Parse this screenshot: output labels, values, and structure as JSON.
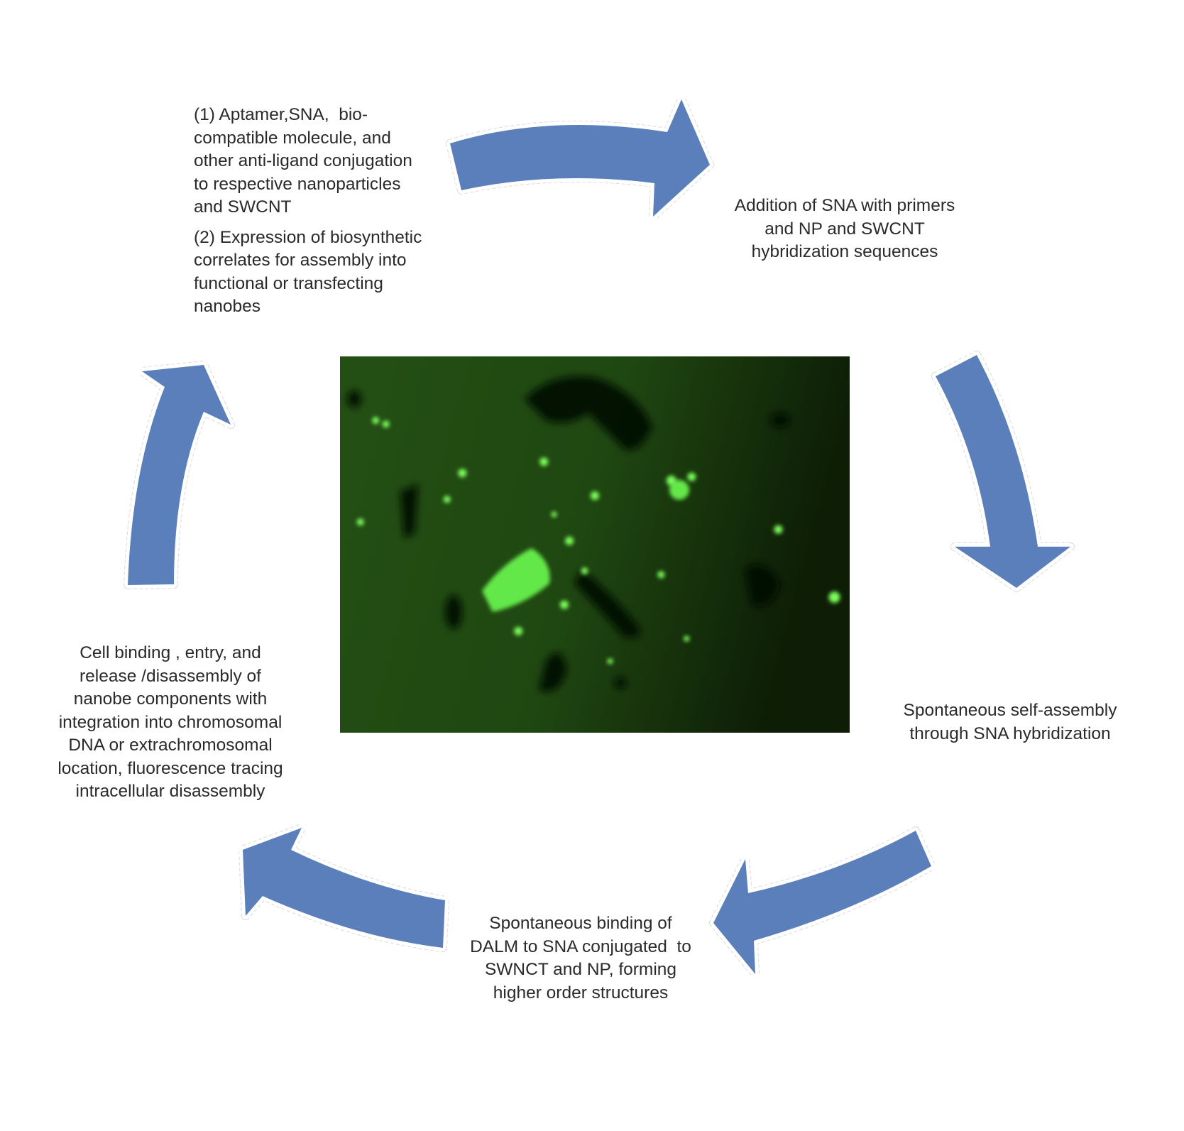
{
  "colors": {
    "arrow_fill": "#5b7fba",
    "arrow_outline": "#bdbdbd",
    "photo_bg": "#1f4a12",
    "photo_glow": "#7cff5a"
  },
  "steps": [
    {
      "id": "conjugation",
      "paragraphs": [
        [
          "(1) Aptamer,SNA,  bio-",
          "compatible molecule, and",
          "other anti-ligand conjugation",
          "to respective nanoparticles",
          "and SWCNT"
        ],
        [
          "(2) Expression of biosynthetic",
          "correlates for assembly into",
          "functional or transfecting",
          "nanobes"
        ]
      ]
    },
    {
      "id": "addition",
      "paragraphs": [
        [
          "Addition of SNA with primers",
          "and NP and SWCNT",
          "hybridization sequences"
        ]
      ]
    },
    {
      "id": "self-assembly",
      "paragraphs": [
        [
          "Spontaneous self-assembly",
          "through SNA hybridization"
        ]
      ]
    },
    {
      "id": "dalm-binding",
      "paragraphs": [
        [
          "Spontaneous binding of",
          "DALM to SNA conjugated  to",
          "SWNCT and NP, forming",
          "higher order structures"
        ]
      ]
    },
    {
      "id": "cell-binding",
      "paragraphs": [
        [
          "Cell binding , entry, and",
          "release /disassembly of",
          "nanobe components with",
          "integration into chromosomal",
          "DNA or extrachromosomal",
          "location, fluorescence tracing",
          "intracellular disassembly"
        ]
      ]
    }
  ],
  "arrows": [
    {
      "from": "conjugation",
      "to": "addition",
      "direction": "right"
    },
    {
      "from": "addition",
      "to": "self-assembly",
      "direction": "down"
    },
    {
      "from": "self-assembly",
      "to": "dalm-binding",
      "direction": "left"
    },
    {
      "from": "dalm-binding",
      "to": "cell-binding",
      "direction": "left"
    },
    {
      "from": "cell-binding",
      "to": "conjugation",
      "direction": "up"
    }
  ],
  "photo": {
    "kind": "fluorescence micrograph",
    "spots": [
      [
        0.07,
        0.17,
        5
      ],
      [
        0.09,
        0.18,
        5
      ],
      [
        0.24,
        0.31,
        6
      ],
      [
        0.21,
        0.38,
        5
      ],
      [
        0.04,
        0.44,
        5
      ],
      [
        0.4,
        0.28,
        6
      ],
      [
        0.5,
        0.37,
        6
      ],
      [
        0.42,
        0.42,
        4
      ],
      [
        0.65,
        0.33,
        7
      ],
      [
        0.69,
        0.32,
        6
      ],
      [
        0.45,
        0.49,
        6
      ],
      [
        0.48,
        0.57,
        5
      ],
      [
        0.63,
        0.58,
        5
      ],
      [
        0.86,
        0.46,
        6
      ],
      [
        0.97,
        0.64,
        8
      ],
      [
        0.44,
        0.66,
        6
      ],
      [
        0.35,
        0.73,
        6
      ],
      [
        0.68,
        0.75,
        4
      ],
      [
        0.53,
        0.81,
        4
      ]
    ]
  }
}
